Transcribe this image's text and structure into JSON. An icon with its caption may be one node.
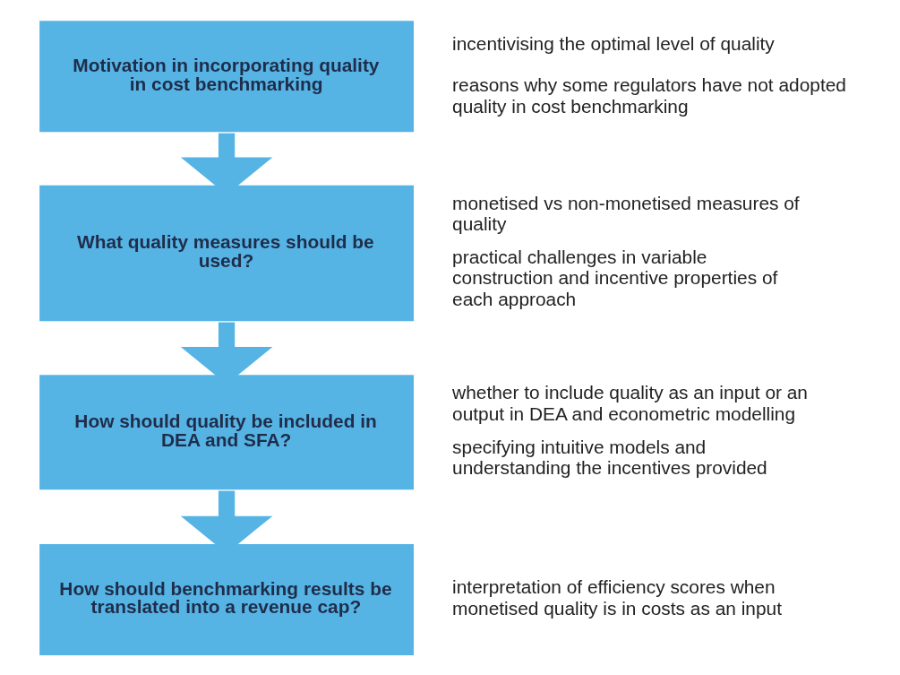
{
  "diagram": {
    "nodes": [
      {
        "text": [
          "Motivation in incorporating quality in cost benchmarking"
        ],
        "beside": [
          "incentivising the optimal level of quality",
          "reasons why some regulators have not adopted quality in cost benchmarking"
        ]
      },
      {
        "text": [
          "What quality measures should be used?"
        ],
        "beside": [
          "monetised vs non-monetised measures of quality",
          "practical challenges in variable construction and incentive properties of each approach"
        ]
      },
      {
        "text": [
          "How should quality be included in DEA and SFA?"
        ],
        "beside": [
          "whether to include quality as an input or an output in DEA and econometric modelling",
          "specifying intuitive models and understanding the incentives provided"
        ]
      },
      {
        "text": [
          "How should benchmarking results be translated into a revenue cap?"
        ],
        "beside": [
          "interpretation of efficiency scores when monetised quality is in costs as an input"
        ]
      }
    ],
    "edges": [
      {
        "from": 0,
        "to": 1,
        "arrow": "to"
      },
      {
        "from": 1,
        "to": 2,
        "arrow": "to"
      },
      {
        "from": 2,
        "to": 3,
        "arrow": "to"
      }
    ]
  }
}
